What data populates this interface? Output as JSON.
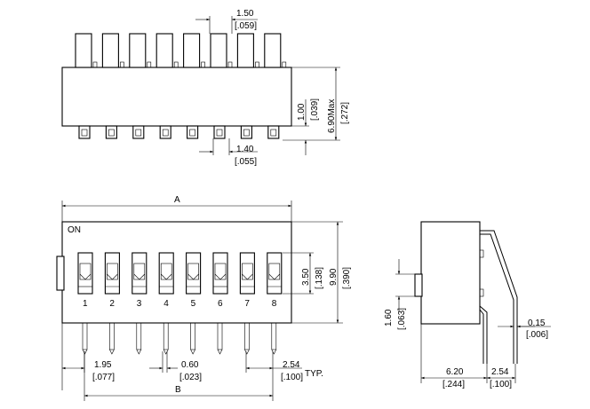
{
  "top_view": {
    "pitch_mm": "1.50",
    "pitch_in": "[.059]",
    "pin_len_mm": "1.00",
    "pin_len_in": "[.039]",
    "height_mm": "6.90Max",
    "height_in": "[.272]",
    "pin_w_mm": "1.40",
    "pin_w_in": "[.055]"
  },
  "front_view": {
    "on_label": "ON",
    "dim_a": "A",
    "dim_b": "B",
    "switch_numbers": [
      "1",
      "2",
      "3",
      "4",
      "5",
      "6",
      "7",
      "8"
    ],
    "act_mm": "3.50",
    "act_in": "[.138]",
    "body_h_mm": "9.90",
    "body_h_in": "[.390]",
    "edge_mm": "1.95",
    "edge_in": "[.077]",
    "lead_w_mm": "0.60",
    "lead_w_in": "[.023]",
    "pitch_mm": "2.54",
    "pitch_in": "[.100]",
    "pitch_typ": "TYP."
  },
  "side_view": {
    "act_mm": "1.60",
    "act_in": "[.063]",
    "thk_mm": "0.15",
    "thk_in": "[.006]",
    "width_mm": "6.20",
    "width_in": "[.244]",
    "lead_mm": "2.54",
    "lead_in": "[.100]"
  }
}
